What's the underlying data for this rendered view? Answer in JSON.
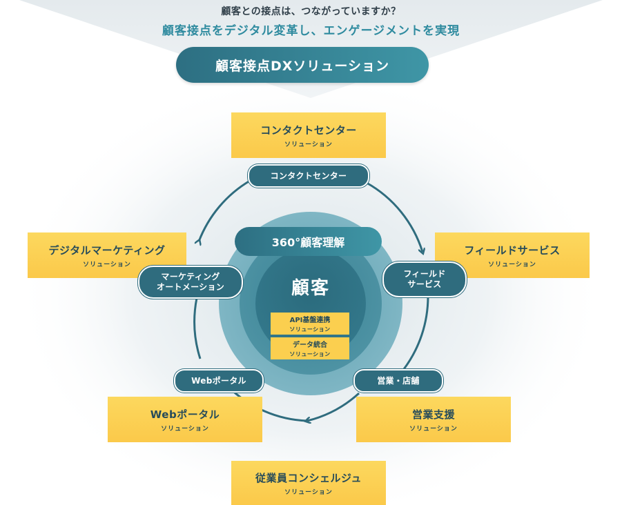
{
  "header": {
    "question": "顧客との接点は、つながっていますか？",
    "subtitle": "顧客接点をデジタル変革し、エンゲージメントを実現",
    "main_title": "顧客接点DXソリューション"
  },
  "center": {
    "label": "360°顧客理解",
    "core": "顧客",
    "inner_boxes": [
      {
        "title": "API基盤連携",
        "sub": "ソリューション"
      },
      {
        "title": "データ統合",
        "sub": "ソリューション"
      }
    ]
  },
  "solutions": [
    {
      "title": "コンタクトセンター",
      "sub": "ソリューション"
    },
    {
      "title": "フィールドサービス",
      "sub": "ソリューション"
    },
    {
      "title": "営業支援",
      "sub": "ソリューション"
    },
    {
      "title": "従業員コンシェルジュ",
      "sub": "ソリューション"
    },
    {
      "title": "Webポータル",
      "sub": "ソリューション"
    },
    {
      "title": "デジタルマーケティング",
      "sub": "ソリューション"
    }
  ],
  "cycle_nodes": [
    {
      "label": "コンタクトセンター"
    },
    {
      "label_line1": "フィールド",
      "label_line2": "サービス"
    },
    {
      "label": "営業・店舗"
    },
    {
      "label": "Webポータル"
    },
    {
      "label_line1": "マーケティング",
      "label_line2": "オートメーション"
    }
  ],
  "colors": {
    "teal_dark": "#2f6c7e",
    "teal_light": "#3f96a6",
    "yellow": "#fbcf4f",
    "text_dark": "#264b5a"
  }
}
